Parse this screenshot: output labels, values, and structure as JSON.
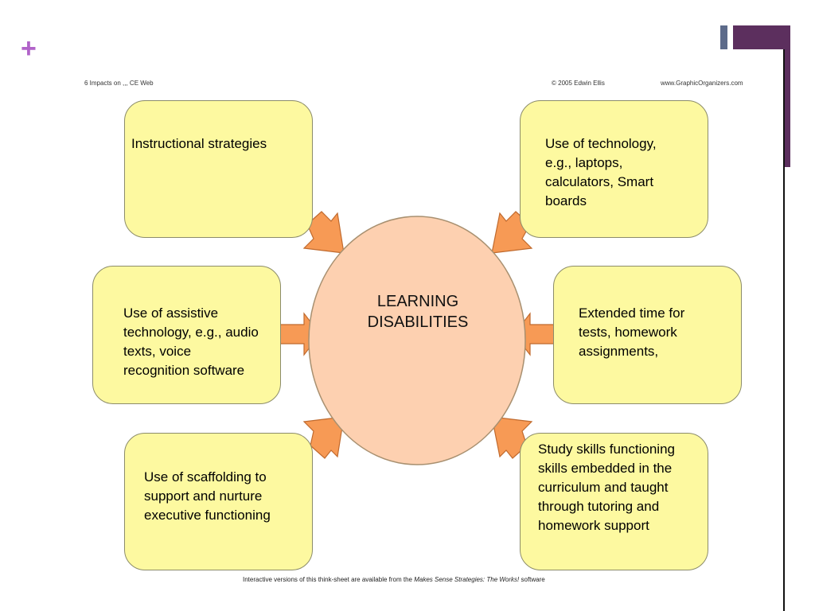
{
  "slide": {
    "plus_symbol": "+"
  },
  "header": {
    "left_text": "6 Impacts on ,,,  CE Web",
    "copyright": "© 2005 Edwin Ellis",
    "url": "www.GraphicOrganizers.com"
  },
  "diagram": {
    "center": "LEARNING DISABILITIES",
    "nodes": [
      {
        "text": "Instructional strategies"
      },
      {
        "text": "Use of technology, e.g., laptops, calculators, Smart boards"
      },
      {
        "text": "Use of assistive technology, e.g., audio texts, voice recognition software"
      },
      {
        "text": "Extended time for tests, homework assignments,"
      },
      {
        "text": "Use of scaffolding to support and nurture executive functioning"
      },
      {
        "text": "Study skills functioning skills embedded in the curriculum and taught through tutoring and homework support"
      }
    ]
  },
  "footer": {
    "prefix": "Interactive versions of this think-sheet are available from the ",
    "italic": "Makes Sense Strategies: The Works!",
    "suffix": " software"
  },
  "colors": {
    "box_fill": "#fdf9a0",
    "center_fill": "#fdd0b0",
    "arrow_fill": "#f79a55",
    "plus": "#b163c9",
    "bar": "#5c2f5e"
  }
}
